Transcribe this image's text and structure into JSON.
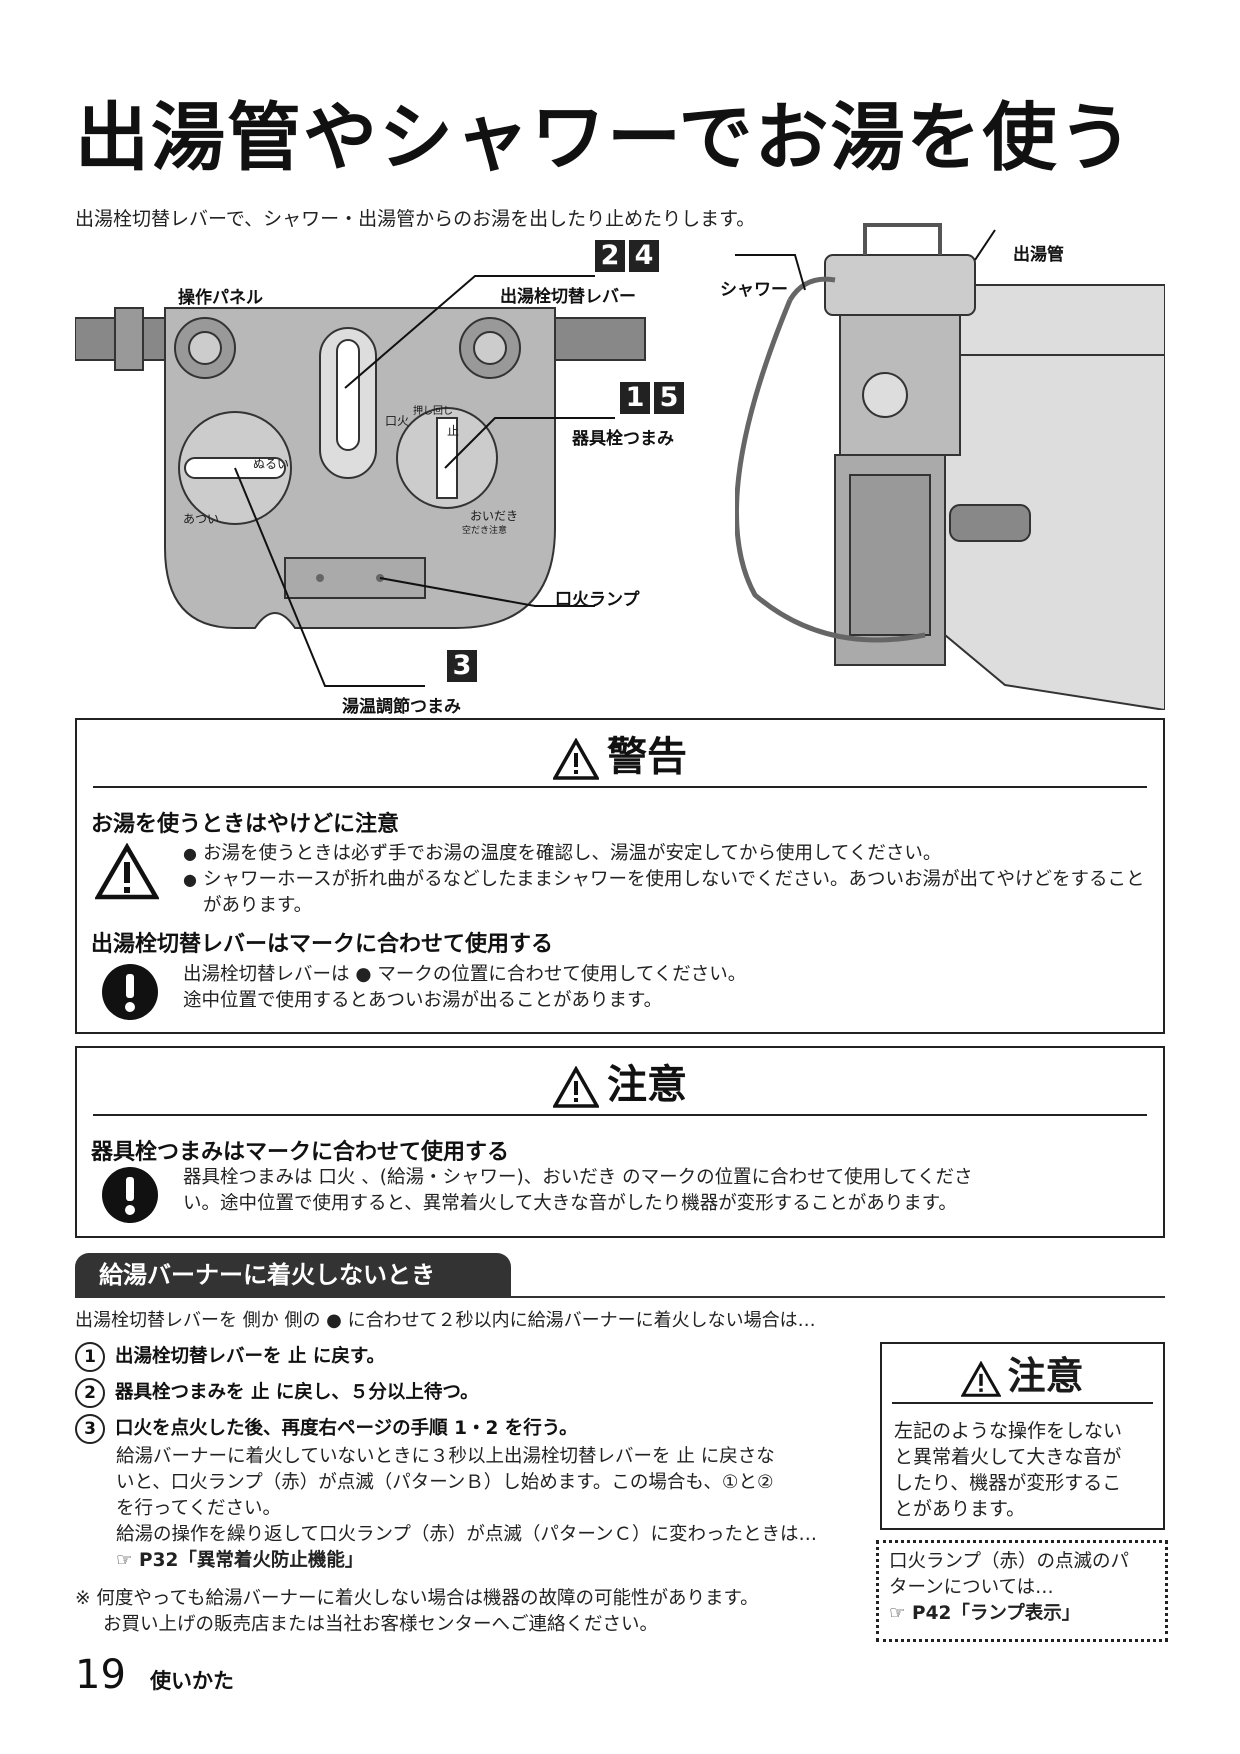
{
  "page": {
    "title": "出湯管やシャワーでお湯を使う",
    "intro": "出湯栓切替レバーで、シャワー・出湯管からのお湯を出したり止めたりします。"
  },
  "diagram": {
    "labels": {
      "panel": "操作パネル",
      "lever": "出湯栓切替レバー",
      "lever_nums": [
        "2",
        "4"
      ],
      "knob": "器具栓つまみ",
      "knob_nums": [
        "1",
        "5"
      ],
      "lamp": "口火ランプ",
      "temp": "湯温調節つまみ",
      "temp_nums": [
        "3"
      ],
      "shower": "シャワー",
      "pipe": "出湯管"
    },
    "panel_text": {
      "stop": "止",
      "pilot": "口火",
      "push_turn": "押し回し",
      "oidaki": "おいだき",
      "nurui": "ぬるい",
      "atsui": "あつい",
      "empty_warn": "空だき注意"
    }
  },
  "warning": {
    "heading": "警告",
    "sub1": "お湯を使うときはやけどに注意",
    "bullets": [
      "お湯を使うときは必ず手でお湯の温度を確認し、湯温が安定してから使用してください。",
      "シャワーホースが折れ曲がるなどしたままシャワーを使用しないでください。あついお湯が出てやけどをすることがあります。"
    ],
    "sub2": "出湯栓切替レバーはマークに合わせて使用する",
    "text2_a": "出湯栓切替レバーは ● マークの位置に合わせて使用してください。",
    "text2_b": "途中位置で使用するとあついお湯が出ることがあります。"
  },
  "caution": {
    "heading": "注意",
    "sub": "器具栓つまみはマークに合わせて使用する",
    "text_a": "器具栓つまみは 口火 、(給湯・シャワー)、おいだき のマークの位置に合わせて使用してくださ",
    "text_b": "い。途中位置で使用すると、異常着火して大きな音がしたり機器が変形することがあります。"
  },
  "section": {
    "title": "給湯バーナーに着火しないとき",
    "lead": "出湯栓切替レバーを 側か 側の ● に合わせて２秒以内に給湯バーナーに着火しない場合は…",
    "steps": [
      {
        "num": "1",
        "text": "出湯栓切替レバーを 止 に戻す。"
      },
      {
        "num": "2",
        "text": "器具栓つまみを 止 に戻し、５分以上待つ。"
      },
      {
        "num": "3",
        "text": "口火を点火した後、再度右ページの手順 1・2 を行う。"
      }
    ],
    "step3_detail": [
      "給湯バーナーに着火していないときに３秒以上出湯栓切替レバーを 止 に戻さな",
      "いと、口火ランプ（赤）が点滅（パターンＢ）し始めます。この場合も、①と②",
      "を行ってください。",
      "給湯の操作を繰り返して口火ランプ（赤）が点滅（パターンＣ）に変わったときは…"
    ],
    "ref": "P32「異常着火防止機能」",
    "note_a": "※ 何度やっても給湯バーナーに着火しない場合は機器の故障の可能性があります。",
    "note_b": "お買い上げの販売店または当社お客様センターへご連絡ください。"
  },
  "side_caution": {
    "heading": "注意",
    "lines": [
      "左記のような操作をしない",
      "と異常着火して大きな音が",
      "したり、機器が変形するこ",
      "とがあります。"
    ]
  },
  "side_ref": {
    "lines": [
      "口火ランプ（赤）の点滅のパ",
      "ターンについては…"
    ],
    "ref": "P42「ランプ表示」"
  },
  "footer": {
    "page_num": "19",
    "section": "使いかた"
  }
}
